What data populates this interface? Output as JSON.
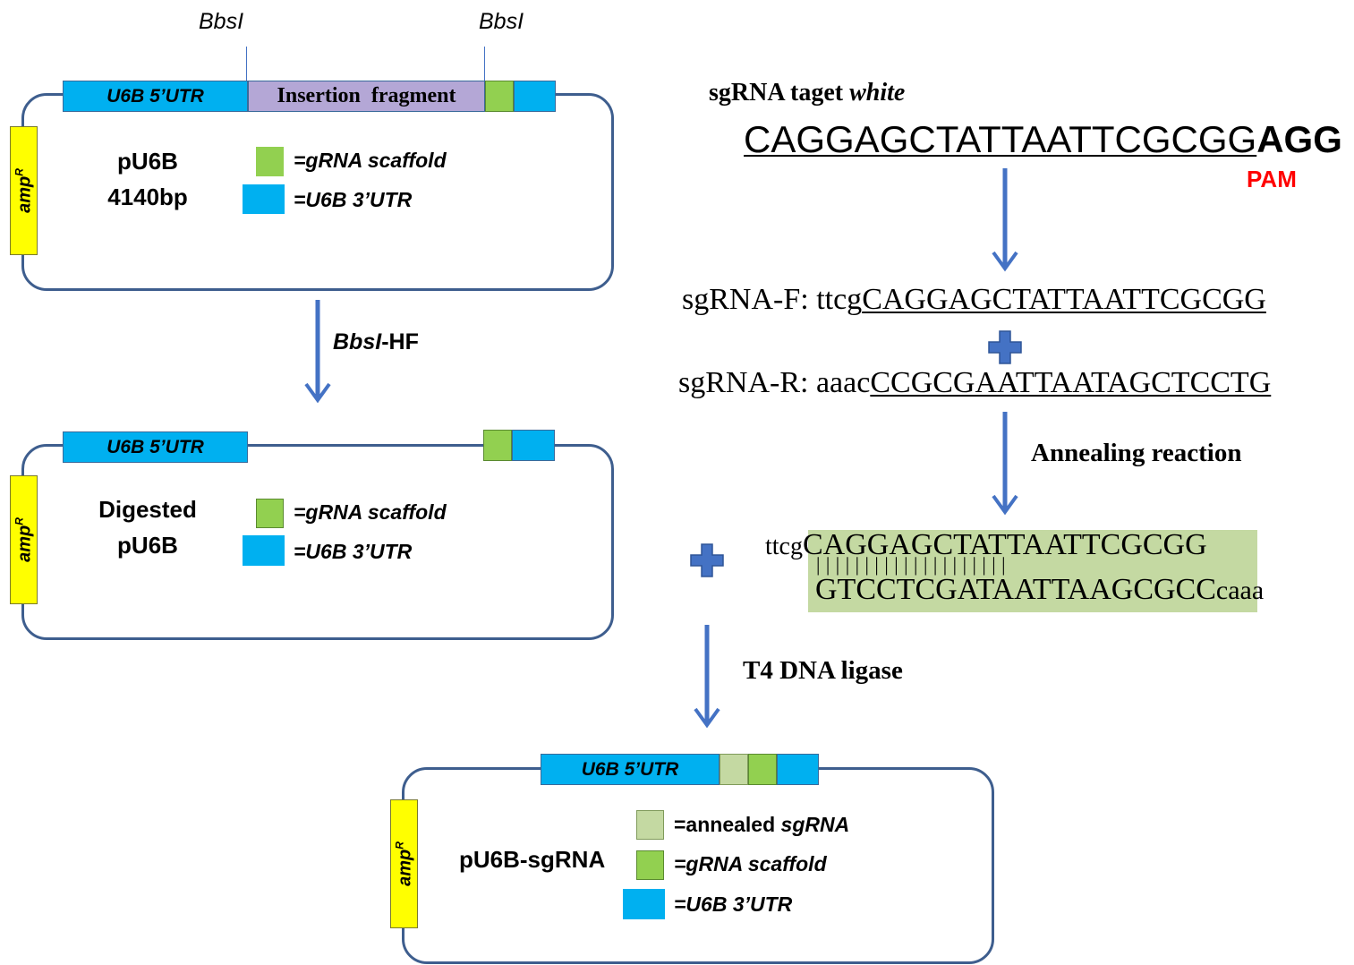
{
  "site_labels": {
    "left": "BbsI",
    "right": "BbsI"
  },
  "plasmid1": {
    "name_line1": "pU6B",
    "name_line2": "4140bp",
    "utr5_label": "U6B 5’UTR",
    "insert_label": "Insertion fragment"
  },
  "plasmid2": {
    "name_line1": "Digested",
    "name_line2": "pU6B",
    "utr5_label": "U6B 5’UTR"
  },
  "plasmid3": {
    "name": "pU6B-sgRNA",
    "utr5_label": "U6B 5’UTR"
  },
  "amp_label": {
    "base": "amp",
    "sup": "R"
  },
  "legend": {
    "scaffold": "=gRNA scaffold",
    "utr3": "=U6B 3’UTR",
    "annealed_prefix": "=annealed ",
    "annealed_italic": "sgRNA"
  },
  "steps": {
    "digest_enzyme": "BbsI",
    "digest_suffix": "-HF",
    "annealing": "Annealing  reaction",
    "ligase": "T4 DNA ligase"
  },
  "target": {
    "title_prefix": "sgRNA taget ",
    "title_gene": "white",
    "sequence": "CAGGAGCTATTAATTCGCGG",
    "pam_seq": "AGG",
    "pam_label": "PAM"
  },
  "oligos": {
    "f_label": "sgRNA-F: ",
    "f_overhang": "ttcg",
    "f_seq": "CAGGAGCTATTAATTCGCGG",
    "r_label": "sgRNA-R: ",
    "r_overhang": "aaac",
    "r_seq": "CCGCGAATTAATAGCTCCTG"
  },
  "duplex": {
    "top_overhang": "ttcg",
    "top_seq": "CAGGAGCTATTAATTCGCGG",
    "pairs": "| | | | | | | | | | | | | | | | | | | |",
    "bottom_seq": "GTCCTCGATAATTAAGCGCC",
    "bottom_overhang": "caaa"
  },
  "colors": {
    "utr": "#00b0f0",
    "scaffold": "#92d050",
    "insert": "#b4a7d6",
    "annealed": "#c4d9a2",
    "amp": "#ffff00",
    "arrow": "#4472c4",
    "plasmid_outline": "#3e5e8e",
    "pam": "#ff0000"
  }
}
